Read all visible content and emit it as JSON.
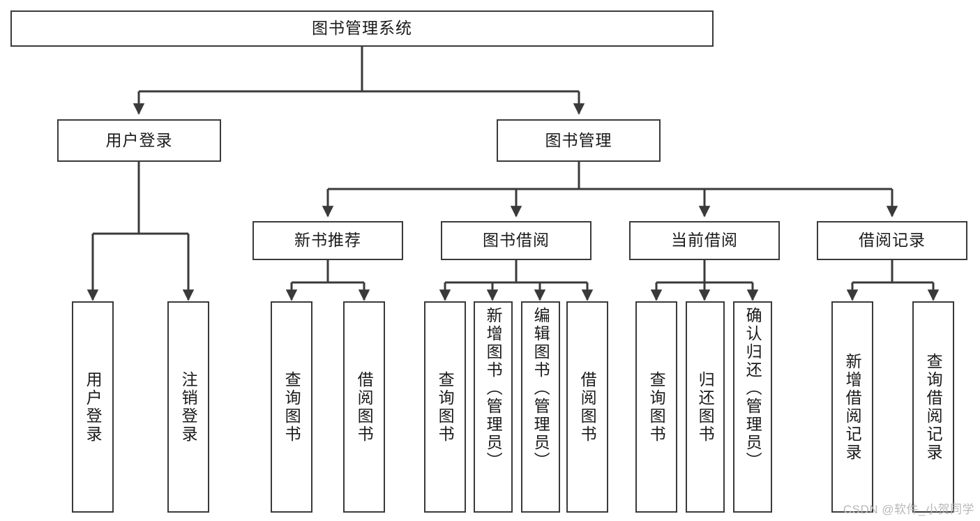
{
  "diagram": {
    "title": "图书管理系统",
    "type": "tree-hierarchy",
    "root": {
      "label": "图书管理系统"
    },
    "level2": [
      {
        "label": "用户登录"
      },
      {
        "label": "图书管理"
      }
    ],
    "level3": [
      {
        "label": "新书推荐"
      },
      {
        "label": "图书借阅"
      },
      {
        "label": "当前借阅"
      },
      {
        "label": "借阅记录"
      }
    ],
    "leaves": {
      "user_login": [
        {
          "label": "用户登录"
        },
        {
          "label": "注销登录"
        }
      ],
      "new_book_recommend": [
        {
          "label": "查询图书"
        },
        {
          "label": "借阅图书"
        }
      ],
      "book_borrow": [
        {
          "label": "查询图书"
        },
        {
          "label": "新增图书（管理员）"
        },
        {
          "label": "编辑图书（管理员）"
        },
        {
          "label": "借阅图书"
        }
      ],
      "current_borrow": [
        {
          "label": "查询图书"
        },
        {
          "label": "归还图书"
        },
        {
          "label": "确认归还（管理员）"
        }
      ],
      "borrow_record": [
        {
          "label": "新增借阅记录"
        },
        {
          "label": "查询借阅记录"
        }
      ]
    }
  },
  "watermark": {
    "text": "CSDN @软件_小贺同学"
  },
  "colors": {
    "stroke": "#3a3a3a",
    "background": "#ffffff",
    "text": "#1a1a1a",
    "watermark": "#b8b8b8"
  }
}
